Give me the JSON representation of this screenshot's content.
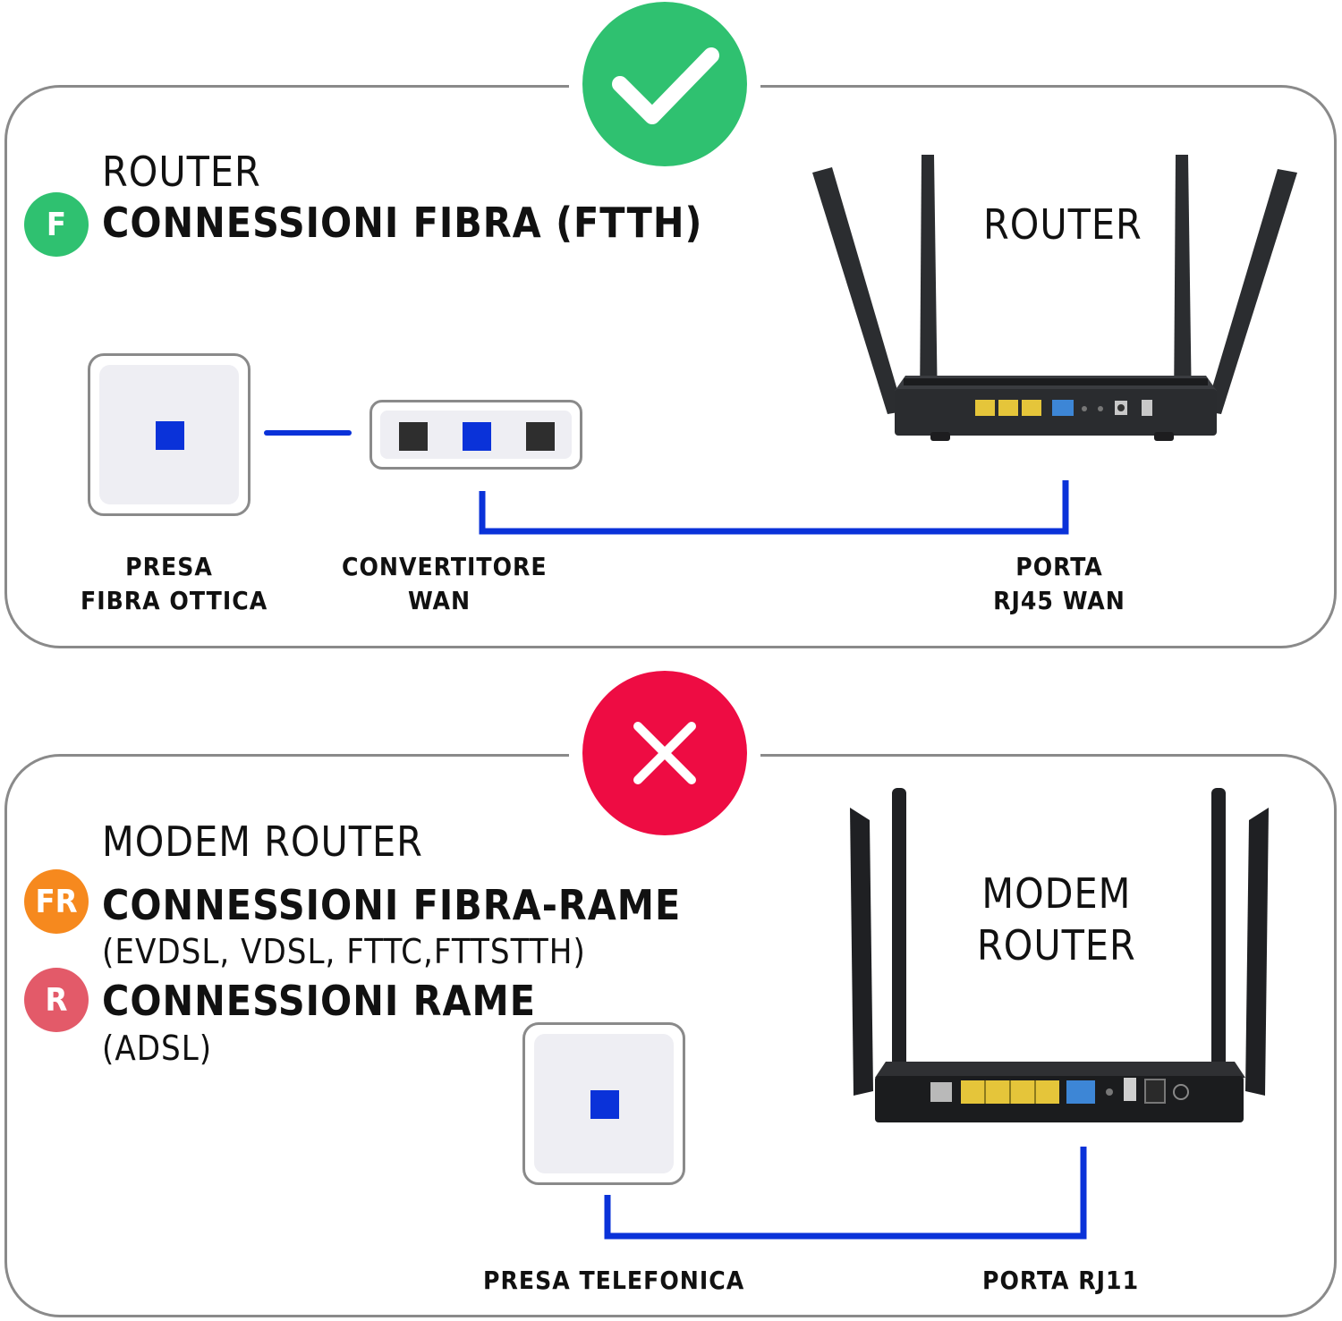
{
  "colors": {
    "ok": "#2fc170",
    "bad": "#ee0c43",
    "wire": "#0a32d9",
    "port": "#0a32d9",
    "badge_f": "#2fc170",
    "badge_fr": "#f6891e",
    "badge_r": "#e35a69",
    "socket_bg": "#eeeef3",
    "border": "#8a8a8a"
  },
  "top": {
    "status_icon": "check-icon",
    "title_light": "ROUTER",
    "badge": "F",
    "title_bold": "CONNESSIONI FIBRA (FTTH)",
    "device_label": "ROUTER",
    "captions": {
      "socket_line1": "PRESA",
      "socket_line2": "FIBRA OTTICA",
      "converter_line1": "CONVERTITORE",
      "converter_line2": "WAN",
      "port_line1": "PORTA",
      "port_line2": "RJ45 WAN"
    }
  },
  "bottom": {
    "status_icon": "x-icon",
    "title_light": "MODEM ROUTER",
    "badge_fr": "FR",
    "title_fr": "CONNESSIONI FIBRA-RAME",
    "sub_fr": "(EVDSL, VDSL, FTTC,FTTSTTH)",
    "badge_r": "R",
    "title_r": "CONNESSIONI RAME",
    "sub_r": "(ADSL)",
    "device_label_line1": "MODEM",
    "device_label_line2": "ROUTER",
    "captions": {
      "socket": "PRESA TELEFONICA",
      "port": "PORTA RJ11"
    }
  }
}
